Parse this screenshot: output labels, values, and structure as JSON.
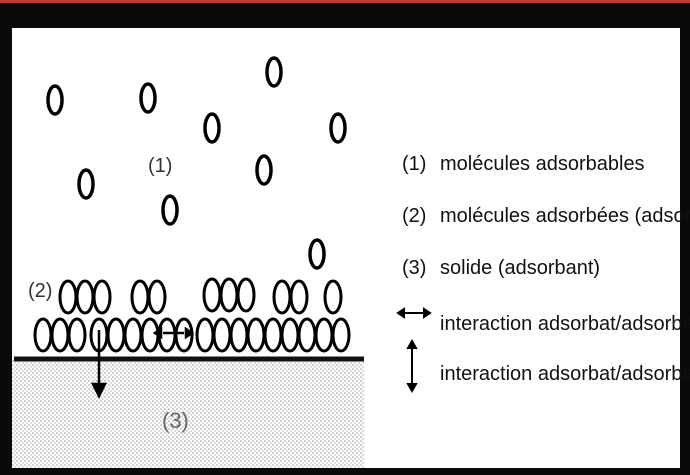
{
  "labels": {
    "gas_region": "(1)",
    "adsorbate_region": "(2)",
    "solid_region": "(3)"
  },
  "legend": {
    "item1_number": "(1)",
    "item1_text": "molécules adsorbables",
    "item2_number": "(2)",
    "item2_text": "molécules adsorbées (adsorbat)",
    "item3_number": "(3)",
    "item3_text": "solide (adsorbant)",
    "item4_text": "interaction adsorbat/adsorbat",
    "item5_text": "interaction adsorbat/adsorbant"
  },
  "colors": {
    "frame": "#0a0a0a",
    "top_border": "#cc3333",
    "molecule_stroke": "#000000",
    "solid_fill_dots": "#9a9a9a",
    "surface_line": "#111111"
  }
}
